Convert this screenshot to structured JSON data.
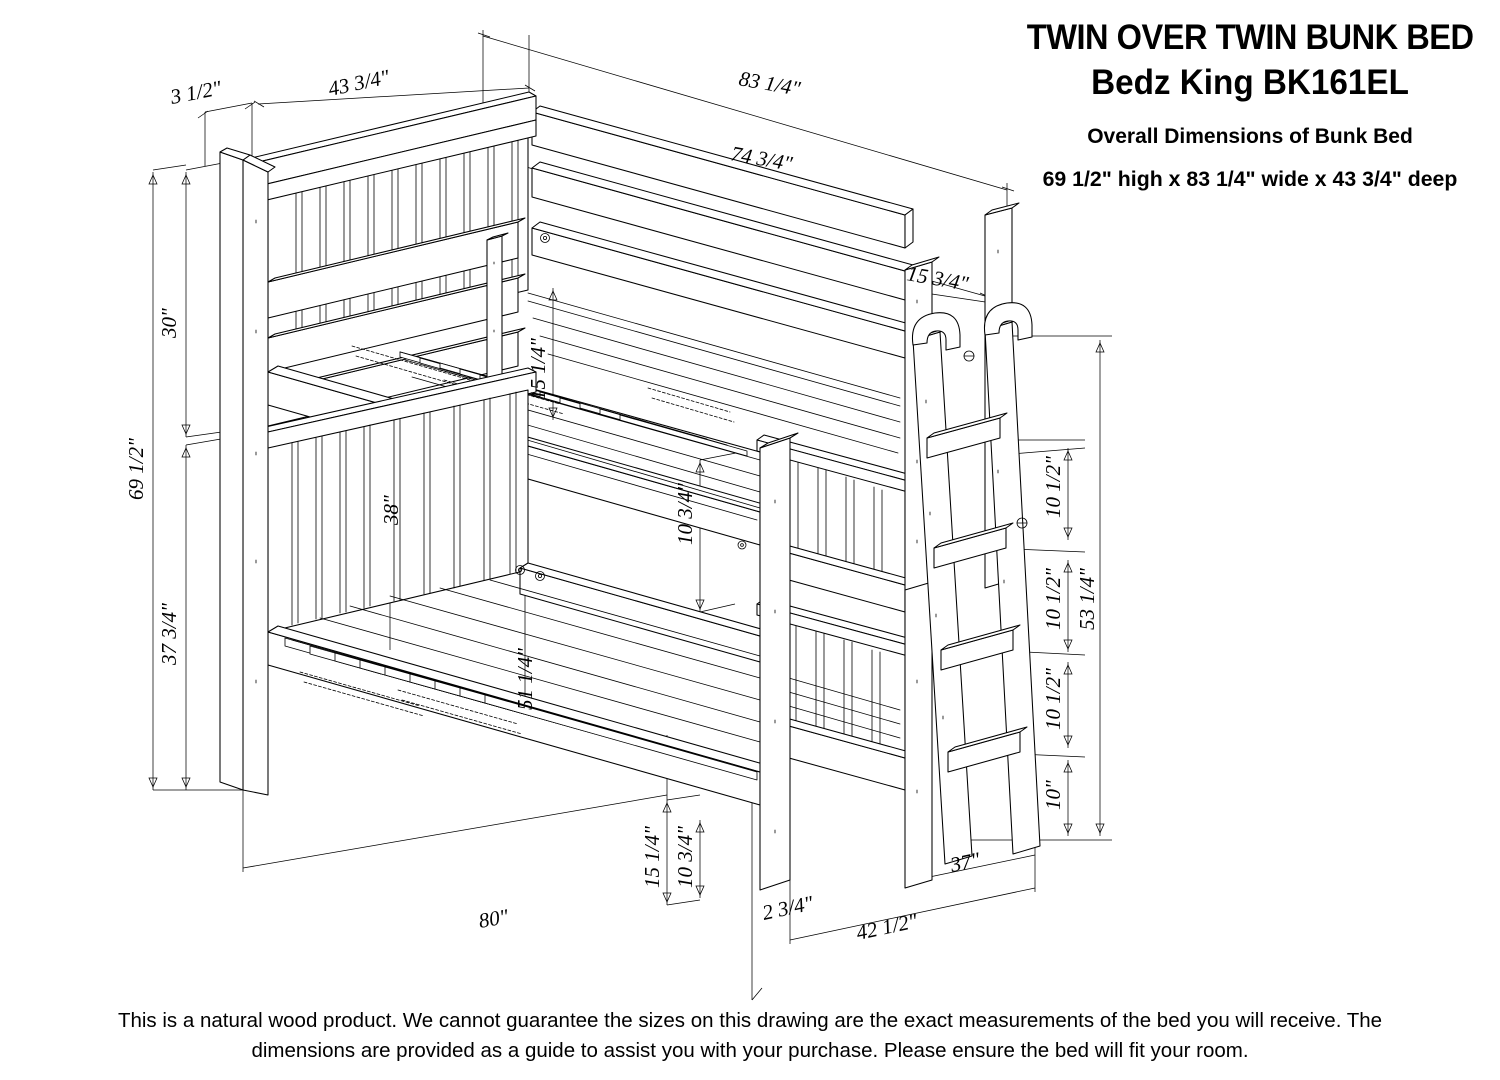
{
  "title_block": {
    "line1": "TWIN OVER TWIN BUNK BED",
    "line2": "Bedz King BK161EL",
    "subtitle": "Overall Dimensions of Bunk Bed",
    "overall": "69 1/2\" high x 83 1/4\" wide x 43 3/4\" deep"
  },
  "footer": {
    "line1": "This is a natural wood product. We cannot guarantee the sizes on this drawing are the exact measurements of the bed you will receive. The",
    "line2": "dimensions are provided as a guide to assist you with your purchase. Please ensure the bed will fit your room."
  },
  "dimensions": {
    "post_thickness": "3 1/2\"",
    "depth_top": "43 3/4\"",
    "overall_width": "83 1/4\"",
    "mattress_length_top": "74 3/4\"",
    "guardrail_end": "15 3/4\"",
    "headboard_to_top": "30\"",
    "overall_height": "69 1/2\"",
    "lower_deck_height": "37 3/4\"",
    "headboard_lower": "38\"",
    "upper_rail_gap": "15 1/4\"",
    "upper_slat_drop": "10 3/4\"",
    "lower_mattress_width": "51 1/4\"",
    "ladder_step_1": "10 1/2\"",
    "ladder_step_2": "10 1/2\"",
    "ladder_step_3": "10 1/2\"",
    "ladder_step_4": "10\"",
    "ladder_total": "53 1/4\"",
    "lower_deck_clearance": "15 1/4\"",
    "lower_rail_drop": "10 3/4\"",
    "floor_length": "80\"",
    "leg_offset": "2 3/4\"",
    "ladder_offset": "37\"",
    "ladder_base": "42 1/2\""
  },
  "colors": {
    "line": "#000000",
    "fill": "#ffffff",
    "background": "#ffffff"
  }
}
